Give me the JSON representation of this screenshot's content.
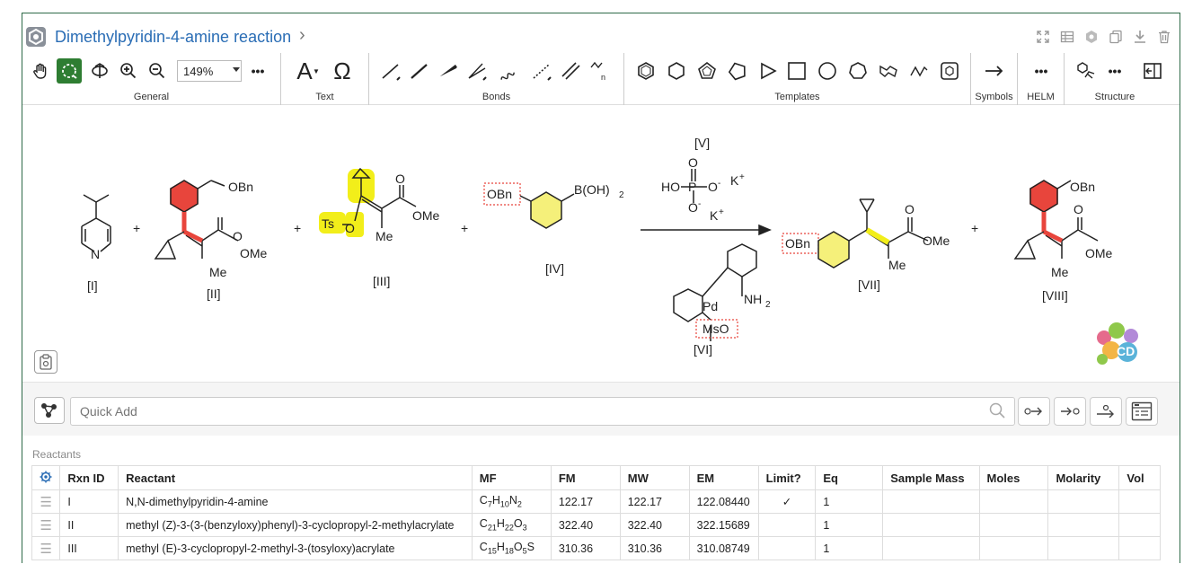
{
  "app": {
    "title": "Dimethylpyridin-4-amine reaction"
  },
  "toolbar": {
    "zoom": "149%",
    "groups": {
      "general": "General",
      "text": "Text",
      "bonds": "Bonds",
      "templates": "Templates",
      "symbols": "Symbols",
      "helm": "HELM",
      "structure": "Structure"
    },
    "text_tool": "A",
    "omega_tool": "Ω",
    "more": "•••"
  },
  "scheme": {
    "labels": {
      "I": "[I]",
      "II": "[II]",
      "III": "[III]",
      "IV": "[IV]",
      "V": "[V]",
      "VI": "[VI]",
      "VII": "[VII]",
      "VIII": "[VIII]"
    },
    "plus": "+",
    "atoms": {
      "N": "N",
      "OBn": "OBn",
      "OMe": "OMe",
      "Me": "Me",
      "O": "O",
      "Ts": "Ts",
      "BOH2": "B(OH)",
      "sub2": "2",
      "HO": "HO",
      "P": "P",
      "Om": "O",
      "Kp": "K",
      "plus_sup": "+",
      "minus_sup": "-",
      "NH2": "NH",
      "Pd": "Pd",
      "MsO": "MsO"
    }
  },
  "quickadd": {
    "placeholder": "Quick Add"
  },
  "table": {
    "section_label": "Reactants",
    "headers": [
      "Rxn ID",
      "Reactant",
      "MF",
      "FM",
      "MW",
      "EM",
      "Limit?",
      "Eq",
      "Sample Mass",
      "Moles",
      "Molarity",
      "Vol"
    ],
    "rows": [
      {
        "id": "I",
        "name": "N,N-dimethylpyridin-4-amine",
        "mf": [
          "C",
          "7",
          "H",
          "10",
          "N",
          "2"
        ],
        "fm": "122.17",
        "mw": "122.17",
        "em": "122.08440",
        "limit": "✓",
        "eq": "1"
      },
      {
        "id": "II",
        "name": "methyl (Z)-3-(3-(benzyloxy)phenyl)-3-cyclopropyl-2-methylacrylate",
        "mf": [
          "C",
          "21",
          "H",
          "22",
          "O",
          "3"
        ],
        "fm": "322.40",
        "mw": "322.40",
        "em": "322.15689",
        "limit": "",
        "eq": "1"
      },
      {
        "id": "III",
        "name": "methyl (E)-3-cyclopropyl-2-methyl-3-(tosyloxy)acrylate",
        "mf": [
          "C",
          "15",
          "H",
          "18",
          "O",
          "5",
          "S",
          ""
        ],
        "fm": "310.36",
        "mw": "310.36",
        "em": "310.08749",
        "limit": "",
        "eq": "1"
      }
    ]
  },
  "colors": {
    "accent": "#2a6db5",
    "frame": "#2e6a48",
    "highlight_red": "#e8453c",
    "highlight_yellow": "#f5f07a",
    "select_green": "#2e7d32"
  }
}
